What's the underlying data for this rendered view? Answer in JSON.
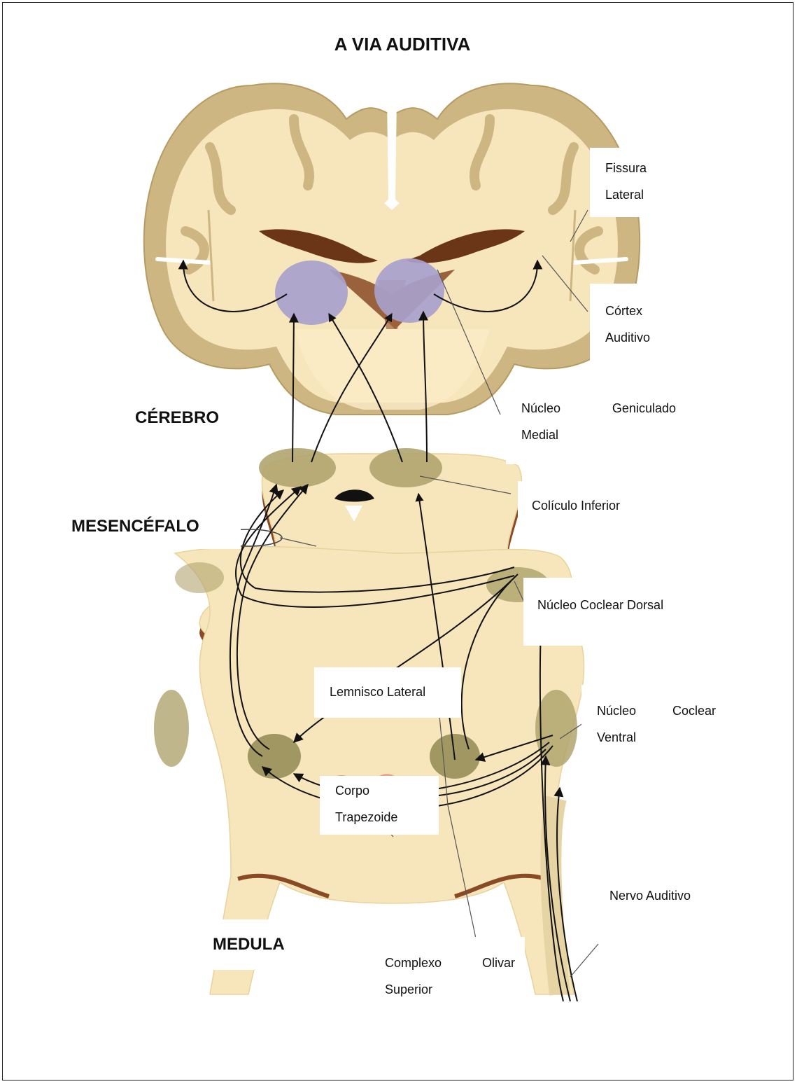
{
  "title": "A VIA AUDITIVA",
  "regions": {
    "cerebro": "CÉREBRO",
    "mesencefalo": "MESENCÉFALO",
    "medula": "MEDULA"
  },
  "labels": {
    "fissura_lateral": [
      "Fissura",
      "Lateral"
    ],
    "cortex_auditivo": [
      "Córtex",
      "Auditivo"
    ],
    "nucleo_geniculado_medial": [
      "Núcleo",
      "Geniculado",
      "Medial"
    ],
    "coliculo_inferior": "Colículo Inferior",
    "nucleo_coclear_dorsal": "Núcleo Coclear  Dorsal",
    "lemnisco_lateral": "Lemnisco Lateral",
    "nucleo_coclear_ventral": [
      "Núcleo",
      "Coclear",
      "Ventral"
    ],
    "corpo_trapezoide": [
      "Corpo",
      "Trapezoide"
    ],
    "nervo_auditivo": "Nervo Auditivo",
    "complexo_olivar_superior": [
      "Complexo",
      "Olivar",
      "Superior"
    ]
  },
  "colors": {
    "tissue": "#f6e4b5",
    "cortex_gray": "#c9b27a",
    "nucleus": "#b0a46e",
    "geniculate": "#a8a1cc",
    "ventricle": "#6b3518",
    "olive": "#e8a890"
  }
}
